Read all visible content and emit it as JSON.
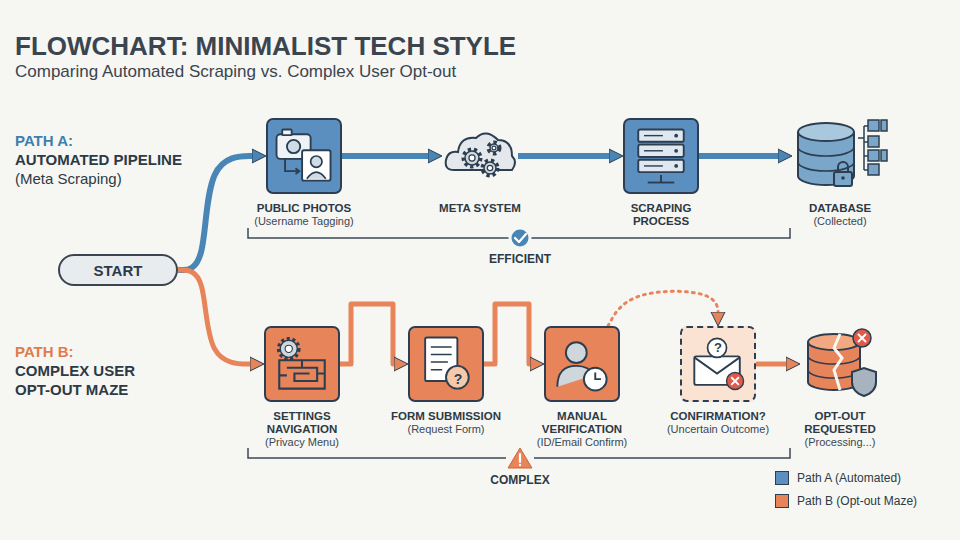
{
  "diagram": {
    "title": "FLOWCHART: MINIMALIST TECH STYLE",
    "caption": "Comparing Automated Scraping vs. Complex User Opt-out",
    "nodes": [
      {
        "text": [
          "START"
        ]
      },
      {
        "text": [
          "PUBLIC PHOTOS",
          "(Username Tagging)"
        ]
      },
      {
        "text": [
          "META SYSTEM"
        ]
      },
      {
        "text": [
          "SCRAPING PROCESS"
        ]
      },
      {
        "text": [
          "DATABASE",
          "(Collected)"
        ]
      },
      {
        "text": [
          "SETTINGS NAVIGATION",
          "(Privacy Menu)"
        ]
      },
      {
        "text": [
          "FORM SUBMISSION",
          "(Request Form)"
        ]
      },
      {
        "text": [
          "MANUAL VERIFICATION",
          "(ID/Email Confirm)"
        ]
      },
      {
        "text": [
          "CONFIRMATION?",
          "(Uncertain Outcome)"
        ]
      },
      {
        "text": [
          "OPT-OUT REQUESTED",
          "(Processing...)"
        ]
      }
    ],
    "edges": [
      {
        "from": 0,
        "to": 1,
        "arrow": "to"
      },
      {
        "from": 1,
        "to": 2,
        "arrow": "to"
      },
      {
        "from": 2,
        "to": 3,
        "arrow": "to"
      },
      {
        "from": 3,
        "to": 4,
        "arrow": "to"
      },
      {
        "from": 0,
        "to": 5,
        "arrow": "to"
      },
      {
        "from": 5,
        "to": 6,
        "arrow": "to"
      },
      {
        "from": 6,
        "to": 7,
        "arrow": "to"
      },
      {
        "from": 7,
        "to": 8,
        "arrow": "to"
      },
      {
        "from": 8,
        "to": 9,
        "arrow": "to"
      }
    ],
    "labels": [
      "PATH A:",
      "AUTOMATED PIPELINE",
      "(Meta Scraping)",
      "EFFICIENT",
      "PATH B:",
      "COMPLEX USER OPT-OUT MAZE",
      "COMPLEX",
      "?",
      "?"
    ],
    "legend": [
      {
        "text": "Path A (Automated)",
        "color": "#5b8fbf"
      },
      {
        "text": "Path B (Opt-out Maze)",
        "color": "#e8845a"
      }
    ]
  }
}
